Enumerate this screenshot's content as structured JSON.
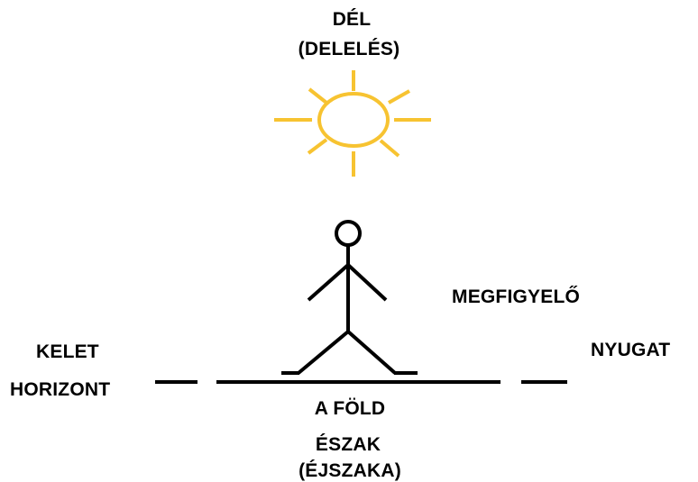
{
  "labels": {
    "south": "DÉL",
    "noon": "(DELELÉS)",
    "observer": "MEGFIGYELŐ",
    "east": "KELET",
    "horizon": "HORIZONT",
    "west": "NYUGAT",
    "earth": "A FÖLD",
    "north": "ÉSZAK",
    "night": "(ÉJSZAKA)"
  },
  "icons": {
    "sun": "sun-icon",
    "person": "stick-figure-icon"
  },
  "colors": {
    "sun": "#f7c331",
    "ink": "#000000",
    "background": "#ffffff"
  }
}
